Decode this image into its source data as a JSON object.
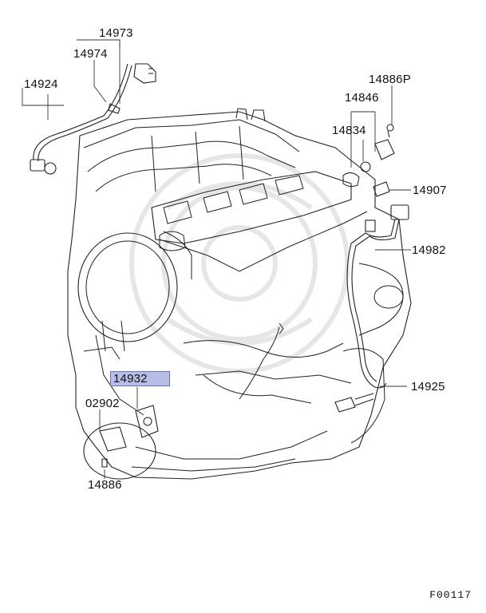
{
  "figure_id": "F00117",
  "part_labels": {
    "p14973": "14973",
    "p14974": "14974",
    "p14924": "14924",
    "p14886P": "14886P",
    "p14846": "14846",
    "p14834": "14834",
    "p14907": "14907",
    "p14982": "14982",
    "p14925": "14925",
    "p14932": "14932",
    "p02902": "02902",
    "p14886": "14886"
  },
  "highlight": {
    "part": "14932",
    "fill": "#b8bde6",
    "border": "#6a72c2"
  },
  "colors": {
    "line": "#222222",
    "watermark": "#e6e6e6",
    "background": "#ffffff"
  }
}
